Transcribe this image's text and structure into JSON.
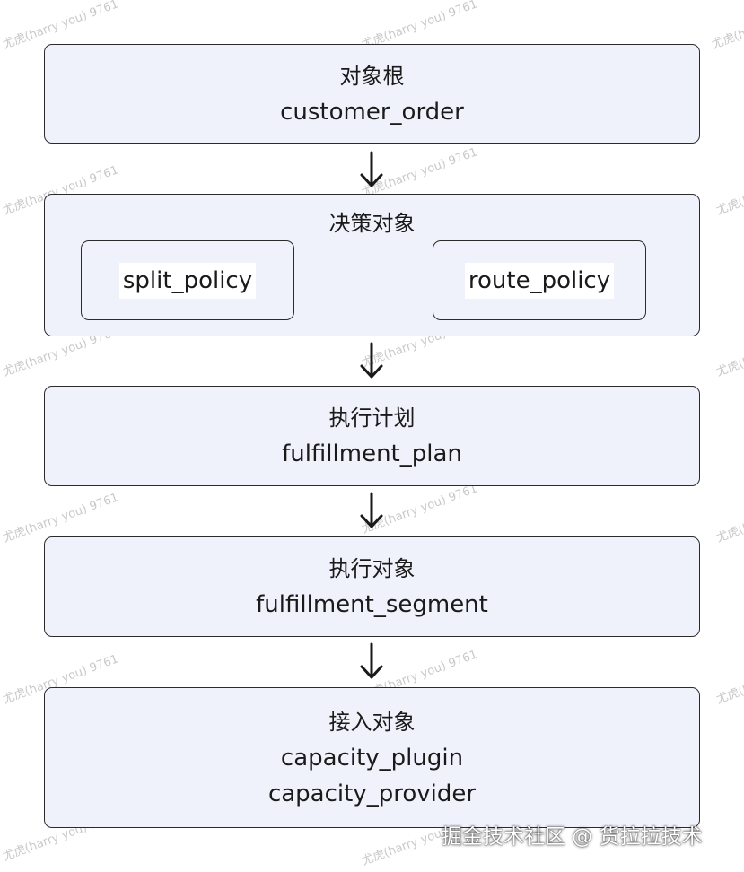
{
  "watermark": "尤虎(harry you) 9761",
  "boxes": {
    "root": {
      "title": "对象根",
      "items": [
        "customer_order"
      ]
    },
    "decision": {
      "title": "决策对象",
      "children": [
        "split_policy",
        "route_policy"
      ]
    },
    "plan": {
      "title": "执行计划",
      "items": [
        "fulfillment_plan"
      ]
    },
    "exec": {
      "title": "执行对象",
      "items": [
        "fulfillment_segment"
      ]
    },
    "access": {
      "title": "接入对象",
      "items": [
        "capacity_plugin",
        "capacity_provider"
      ]
    }
  },
  "credit": "掘金技术社区 @ 货拉拉技术",
  "colors": {
    "box_fill": "#f0f2fb",
    "stroke": "#2b2b2b"
  }
}
